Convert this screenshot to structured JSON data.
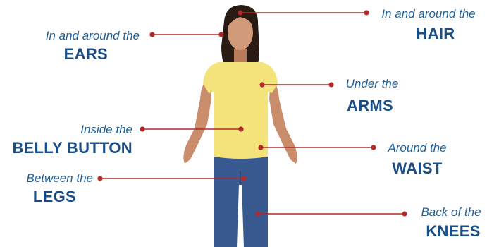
{
  "colors": {
    "label_sub": "#1f5f96",
    "label_main": "#1a4e86",
    "leader_line": "#b0292b",
    "skin": "#c98d6c",
    "hair": "#2a1a14",
    "shirt": "#f4e27a",
    "jeans": "#37598f"
  },
  "illustration": {
    "icon": "girl-figure-illustration"
  },
  "labels": [
    {
      "id": "hair",
      "sub": "In and around the",
      "main": "HAIR"
    },
    {
      "id": "ears",
      "sub": "In and around the",
      "main": "EARS"
    },
    {
      "id": "arms",
      "sub": "Under the",
      "main": "ARMS"
    },
    {
      "id": "belly",
      "sub": "Inside the",
      "main": "BELLY BUTTON"
    },
    {
      "id": "waist",
      "sub": "Around the",
      "main": "WAIST"
    },
    {
      "id": "legs",
      "sub": "Between the",
      "main": "LEGS"
    },
    {
      "id": "knees",
      "sub": "Back of the",
      "main": "KNEES"
    }
  ]
}
